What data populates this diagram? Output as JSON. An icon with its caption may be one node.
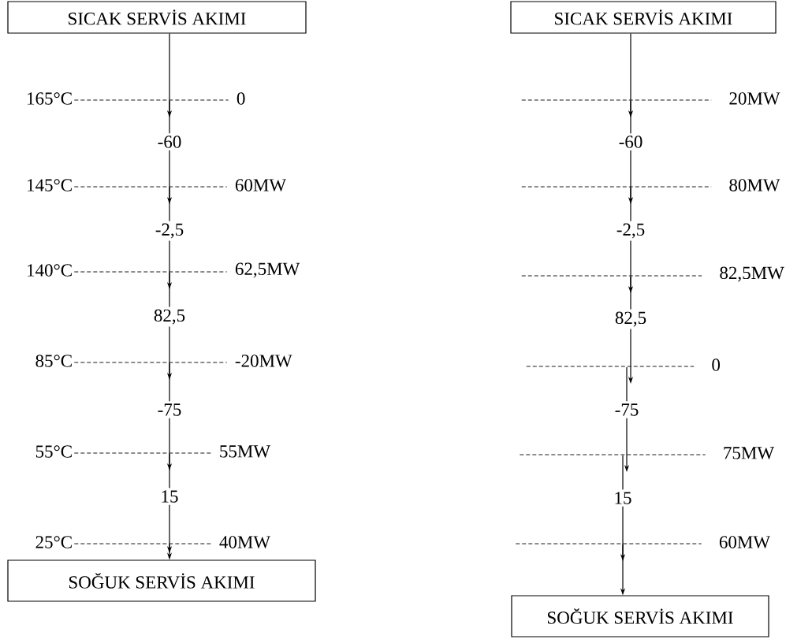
{
  "diagram": {
    "nodes": [
      {
        "text": [
          "SICAK SERVİS AKIMI"
        ]
      },
      {
        "text": [
          "165°C",
          "0"
        ]
      },
      {
        "text": [
          "145°C",
          "60MW"
        ]
      },
      {
        "text": [
          "140°C",
          "62,5MW"
        ]
      },
      {
        "text": [
          "85°C",
          "-20MW"
        ]
      },
      {
        "text": [
          "55°C",
          "55MW"
        ]
      },
      {
        "text": [
          "25°C",
          "40MW"
        ]
      },
      {
        "text": [
          "SOĞUK SERVİS AKIMI"
        ]
      },
      {
        "text": [
          "SICAK SERVİS AKIMI"
        ]
      },
      {
        "text": [
          "20MW"
        ]
      },
      {
        "text": [
          "80MW"
        ]
      },
      {
        "text": [
          "82,5MW"
        ]
      },
      {
        "text": [
          "0"
        ]
      },
      {
        "text": [
          "75MW"
        ]
      },
      {
        "text": [
          "60MW"
        ]
      },
      {
        "text": [
          "SOĞUK SERVİS AKIMI"
        ]
      }
    ],
    "edges": [
      {
        "from": 0,
        "to": 1,
        "arrow": "to"
      },
      {
        "from": 1,
        "to": 2,
        "arrow": "to",
        "label": "-60"
      },
      {
        "from": 2,
        "to": 3,
        "arrow": "to",
        "label": "-2,5"
      },
      {
        "from": 3,
        "to": 4,
        "arrow": "to",
        "label": "82,5"
      },
      {
        "from": 4,
        "to": 5,
        "arrow": "to",
        "label": "-75"
      },
      {
        "from": 5,
        "to": 6,
        "arrow": "to",
        "label": "15"
      },
      {
        "from": 6,
        "to": 7,
        "arrow": "to"
      },
      {
        "from": 8,
        "to": 9,
        "arrow": "to"
      },
      {
        "from": 9,
        "to": 10,
        "arrow": "to",
        "label": "-60"
      },
      {
        "from": 10,
        "to": 11,
        "arrow": "to",
        "label": "-2,5"
      },
      {
        "from": 11,
        "to": 12,
        "arrow": "to",
        "label": "82,5"
      },
      {
        "from": 12,
        "to": 13,
        "arrow": "to",
        "label": "-75"
      },
      {
        "from": 13,
        "to": 14,
        "arrow": "to",
        "label": "15"
      },
      {
        "from": 14,
        "to": 15,
        "arrow": "to"
      }
    ]
  }
}
